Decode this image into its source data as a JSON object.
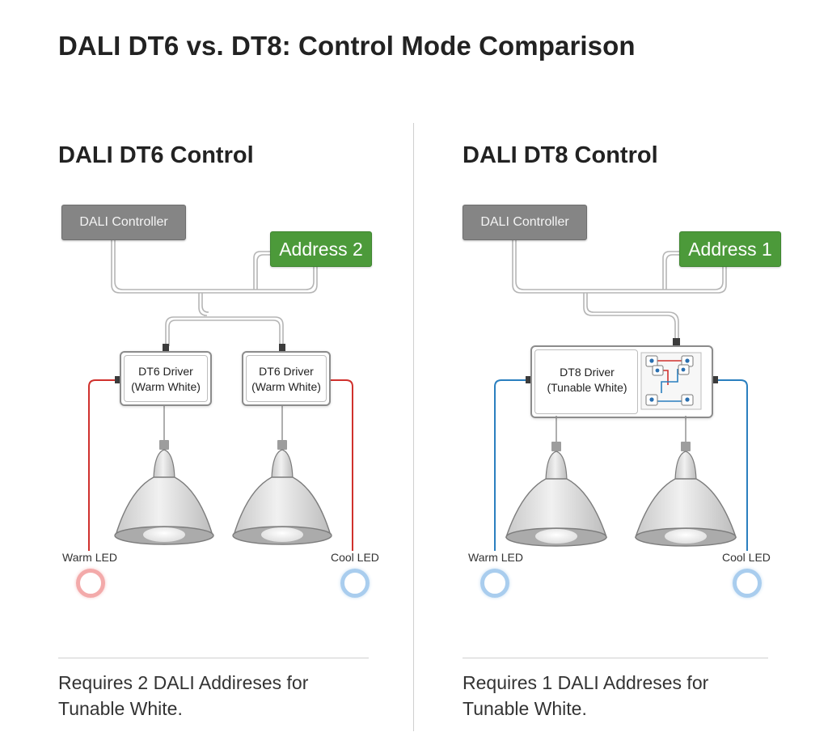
{
  "title": "DALI DT6 vs. DT8: Control Mode Comparison",
  "left": {
    "heading": "DALI DT6 Control",
    "controller": "DALI Controller",
    "address": "Address 2",
    "drivers": [
      {
        "line1": "DT6 Driver",
        "line2": "(Warm White)"
      },
      {
        "line1": "DT6 Driver",
        "line2": "(Warm White)"
      }
    ],
    "warm_label": "Warm LED",
    "cool_label": "Cool LED",
    "footnote_line1": "Requires 2 DALI Addireses for",
    "footnote_line2": "Tunable White."
  },
  "right": {
    "heading": "DALI DT8 Control",
    "controller": "DALI Controller",
    "address": "Address 1",
    "driver": {
      "line1": "DT8 Driver",
      "line2": "(Tunable White)"
    },
    "warm_label": "Warm LED",
    "cool_label": "Cool LED",
    "footnote_line1": "Requires 1 DALI Addreses for",
    "footnote_line2": "Tunable White."
  },
  "colors": {
    "warm_wire": "#d0312d",
    "cool_wire": "#2a7fbf",
    "address_green": "#4c9a3a",
    "controller_gray": "#858585",
    "bus_wire": "#b8b8b8"
  },
  "icons": [
    "lamp-icon",
    "warm-led-icon",
    "cool-led-icon",
    "switch-matrix-icon"
  ]
}
